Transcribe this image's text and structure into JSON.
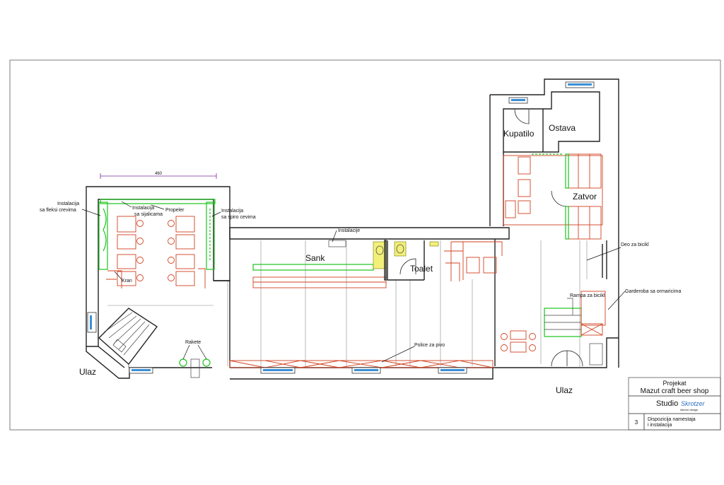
{
  "rooms": {
    "kupatilo": "Kupatilo",
    "ostava": "Ostava",
    "zatvor": "Zatvor",
    "sank": "Sank",
    "toalet": "Toalet"
  },
  "labels": {
    "dimension": "460",
    "instalacija_fleksi_1": "Instalacija",
    "instalacija_fleksi_2": "sa  fleksi crevima",
    "instalacija_sijalice_1": "Instalacija",
    "instalacija_sijalice_2": "sa sijalicama",
    "propeler": "Propeler",
    "instalacija_spiro_1": "Instalacija",
    "instalacija_spiro_2": "sa spiro cevima",
    "instalacije": "Instalacije",
    "kran": "Kran",
    "rakete": "Rakete",
    "police_za_pivo": "Police za pivo",
    "deo_za_bicikl": "Deo za bicikl",
    "rampa_za_bicikl": "Rampa za bicikl",
    "garderoba": "Garderoba sa ormaricima",
    "ulaz_left": "Ulaz",
    "ulaz_right": "Ulaz"
  },
  "title_block": {
    "projekat_label": "Projekat",
    "project_name": "Mazut craft beer shop",
    "studio": "Studio",
    "studio_name": "Skrotzer",
    "studio_sub": "interior design",
    "sheet_number": "3",
    "sheet_title_1": "Dispozicija namestaja",
    "sheet_title_2": "i instalacija"
  },
  "colors": {
    "walls": "#222222",
    "furniture": "#d2411e",
    "installations": "#1cc41c",
    "windows": "#3a8fd6",
    "sink": "#f3f07a"
  }
}
